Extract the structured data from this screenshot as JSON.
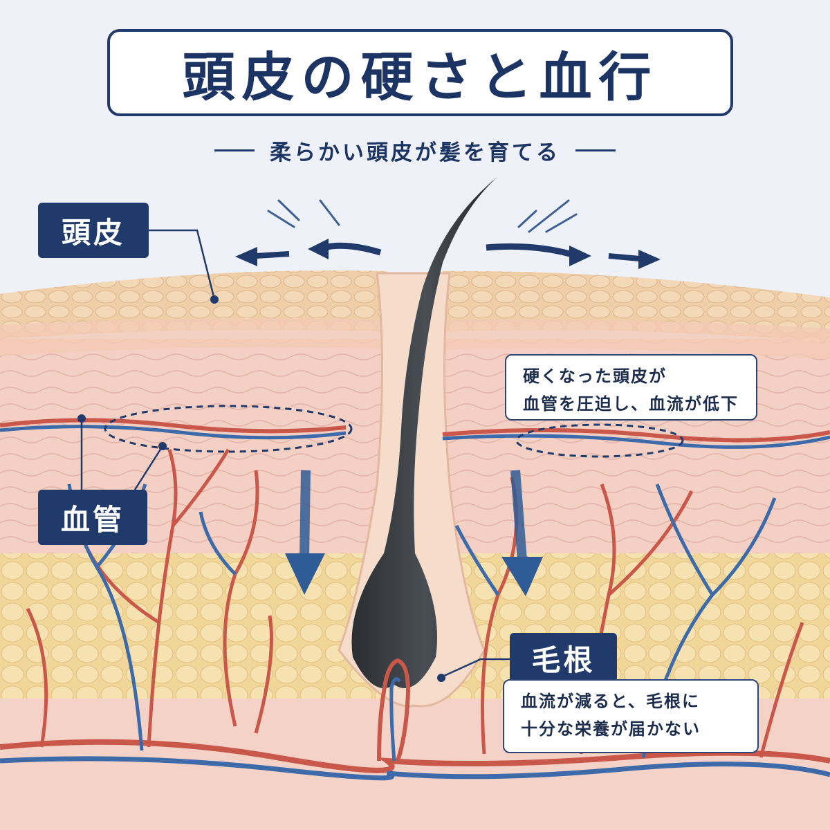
{
  "title": "頭皮の硬さと血行",
  "subtitle": "柔らかい頭皮が髪を育てる",
  "labels": {
    "scalp": "頭皮",
    "vessel": "血管",
    "hair_root": "毛根"
  },
  "notes": {
    "compression": [
      "硬くなった頭皮が",
      "血管を圧迫し、血流が低下"
    ],
    "nutrition": [
      "血流が減ると、毛根に",
      "十分な栄養が届かない"
    ]
  },
  "colors": {
    "navy": "#1f3a6b",
    "artery": "#c9574a",
    "vein": "#3d6aa8",
    "skin": "#f0d3b0",
    "fat": "#f3dea6"
  }
}
